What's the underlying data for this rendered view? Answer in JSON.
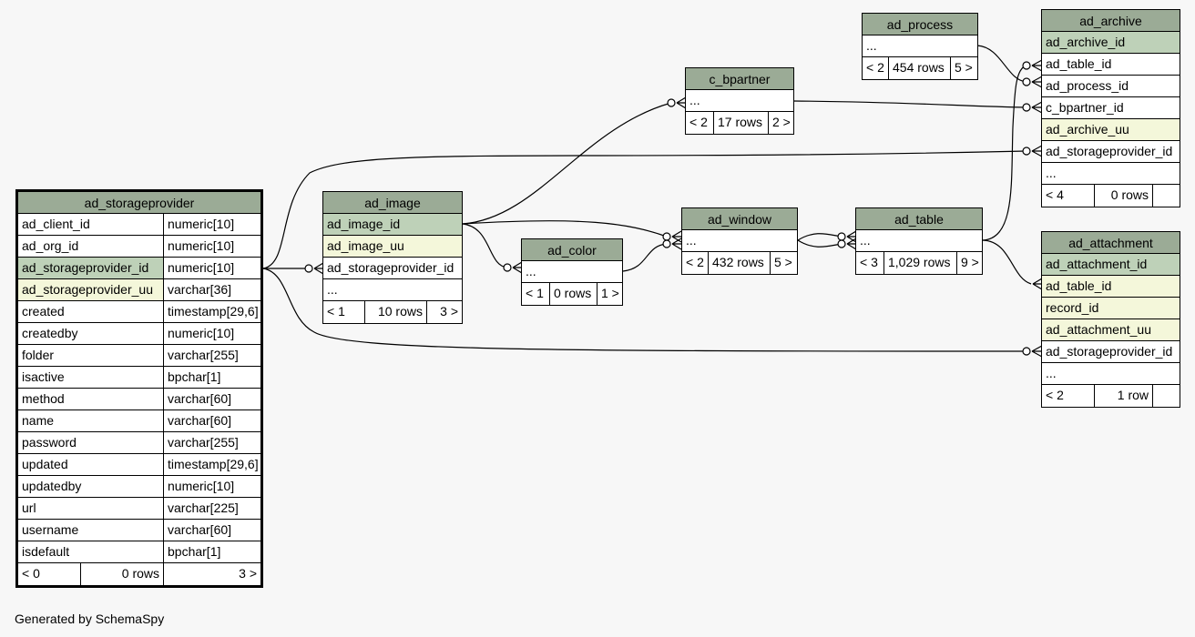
{
  "footer": "Generated by SchemaSpy",
  "tables": {
    "ad_storageprovider": {
      "name": "ad_storageprovider",
      "columns": [
        {
          "name": "ad_client_id",
          "type": "numeric[10]"
        },
        {
          "name": "ad_org_id",
          "type": "numeric[10]"
        },
        {
          "name": "ad_storageprovider_id",
          "type": "numeric[10]"
        },
        {
          "name": "ad_storageprovider_uu",
          "type": "varchar[36]"
        },
        {
          "name": "created",
          "type": "timestamp[29,6]"
        },
        {
          "name": "createdby",
          "type": "numeric[10]"
        },
        {
          "name": "folder",
          "type": "varchar[255]"
        },
        {
          "name": "isactive",
          "type": "bpchar[1]"
        },
        {
          "name": "method",
          "type": "varchar[60]"
        },
        {
          "name": "name",
          "type": "varchar[60]"
        },
        {
          "name": "password",
          "type": "varchar[255]"
        },
        {
          "name": "updated",
          "type": "timestamp[29,6]"
        },
        {
          "name": "updatedby",
          "type": "numeric[10]"
        },
        {
          "name": "url",
          "type": "varchar[225]"
        },
        {
          "name": "username",
          "type": "varchar[60]"
        },
        {
          "name": "isdefault",
          "type": "bpchar[1]"
        }
      ],
      "footer": {
        "parents": "< 0",
        "rows": "0 rows",
        "children": "3 >"
      }
    },
    "ad_image": {
      "name": "ad_image",
      "columns": [
        "ad_image_id",
        "ad_image_uu",
        "ad_storageprovider_id",
        "..."
      ],
      "footer": {
        "parents": "< 1",
        "rows": "10 rows",
        "children": "3 >"
      }
    },
    "ad_color": {
      "name": "ad_color",
      "columns": [
        "..."
      ],
      "footer": {
        "parents": "< 1",
        "rows": "0 rows",
        "children": "1 >"
      }
    },
    "c_bpartner": {
      "name": "c_bpartner",
      "columns": [
        "..."
      ],
      "footer": {
        "parents": "< 2",
        "rows": "17 rows",
        "children": "2 >"
      }
    },
    "ad_window": {
      "name": "ad_window",
      "columns": [
        "..."
      ],
      "footer": {
        "parents": "< 2",
        "rows": "432 rows",
        "children": "5 >"
      }
    },
    "ad_table": {
      "name": "ad_table",
      "columns": [
        "..."
      ],
      "footer": {
        "parents": "< 3",
        "rows": "1,029 rows",
        "children": "9 >"
      }
    },
    "ad_process": {
      "name": "ad_process",
      "columns": [
        "..."
      ],
      "footer": {
        "parents": "< 2",
        "rows": "454 rows",
        "children": "5 >"
      }
    },
    "ad_archive": {
      "name": "ad_archive",
      "columns": [
        "ad_archive_id",
        "ad_table_id",
        "ad_process_id",
        "c_bpartner_id",
        "ad_archive_uu",
        "ad_storageprovider_id",
        "..."
      ],
      "footer": {
        "parents": "< 4",
        "rows": "0 rows",
        "children": ""
      }
    },
    "ad_attachment": {
      "name": "ad_attachment",
      "columns": [
        "ad_attachment_id",
        "ad_table_id",
        "record_id",
        "ad_attachment_uu",
        "ad_storageprovider_id",
        "..."
      ],
      "footer": {
        "parents": "< 2",
        "rows": "1 row",
        "children": ""
      }
    }
  }
}
